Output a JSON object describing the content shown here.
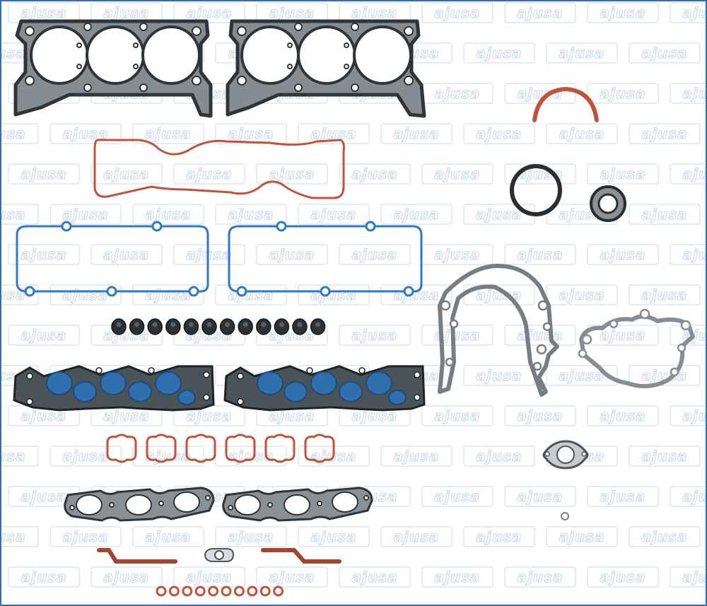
{
  "watermark": {
    "brand": "ajusa"
  },
  "colors": {
    "border": "#2d6fb8",
    "metal_dark": "#3c4247",
    "metal_fill": "#7a8288",
    "rubber_red": "#c0533a",
    "rubber_blue": "#2f78c4",
    "seal_black": "#2a2a2a",
    "copper": "#a4442c",
    "gray_gasket": "#9aa1a6"
  },
  "parts": [
    {
      "name": "cylinder-head-gasket",
      "count": 2
    },
    {
      "name": "valve-cover-gasket-red",
      "count": 1
    },
    {
      "name": "valve-cover-gasket-blue",
      "count": 2
    },
    {
      "name": "valve-stem-seal",
      "count": 12
    },
    {
      "name": "intake-manifold-gasket",
      "count": 2
    },
    {
      "name": "intake-port-seal",
      "count": 6
    },
    {
      "name": "exhaust-manifold-gasket",
      "count": 2
    },
    {
      "name": "rear-main-seal-half",
      "count": 1
    },
    {
      "name": "crankshaft-seal-ring",
      "count": 1
    },
    {
      "name": "oil-seal",
      "count": 1
    },
    {
      "name": "timing-cover-gasket",
      "count": 1
    },
    {
      "name": "water-pump-gasket",
      "count": 1
    },
    {
      "name": "thermostat-gasket",
      "count": 1
    },
    {
      "name": "small-o-ring",
      "count": 11
    },
    {
      "name": "side-rail-gasket",
      "count": 2
    },
    {
      "name": "flange-gasket",
      "count": 1
    }
  ]
}
